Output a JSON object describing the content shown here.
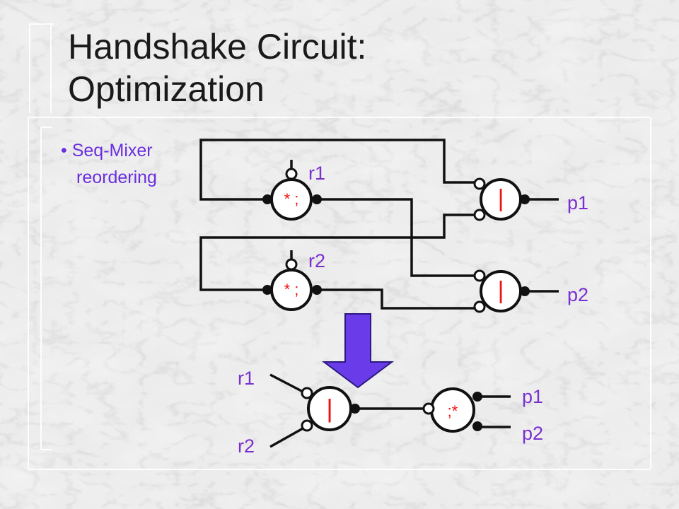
{
  "title": {
    "line1": "Handshake Circuit:",
    "line2": "Optimization"
  },
  "bullet": {
    "marker": "•",
    "line1": "Seq-Mixer",
    "line2": "reordering"
  },
  "colors": {
    "label": "#7a2fd0",
    "operator": "#e11111",
    "arrow": "#6a3be8",
    "wire": "#111111"
  },
  "top_circuit": {
    "labels": {
      "r1": "r1",
      "r2": "r2",
      "p1": "p1",
      "p2": "p2"
    },
    "seq_op": "* ;",
    "mix_op": "|"
  },
  "bottom_circuit": {
    "labels": {
      "r1": "r1",
      "r2": "r2",
      "p1": "p1",
      "p2": "p2"
    },
    "mix_op": "|",
    "seq_op": ";*"
  },
  "arrow_icon": "down-arrow-icon"
}
